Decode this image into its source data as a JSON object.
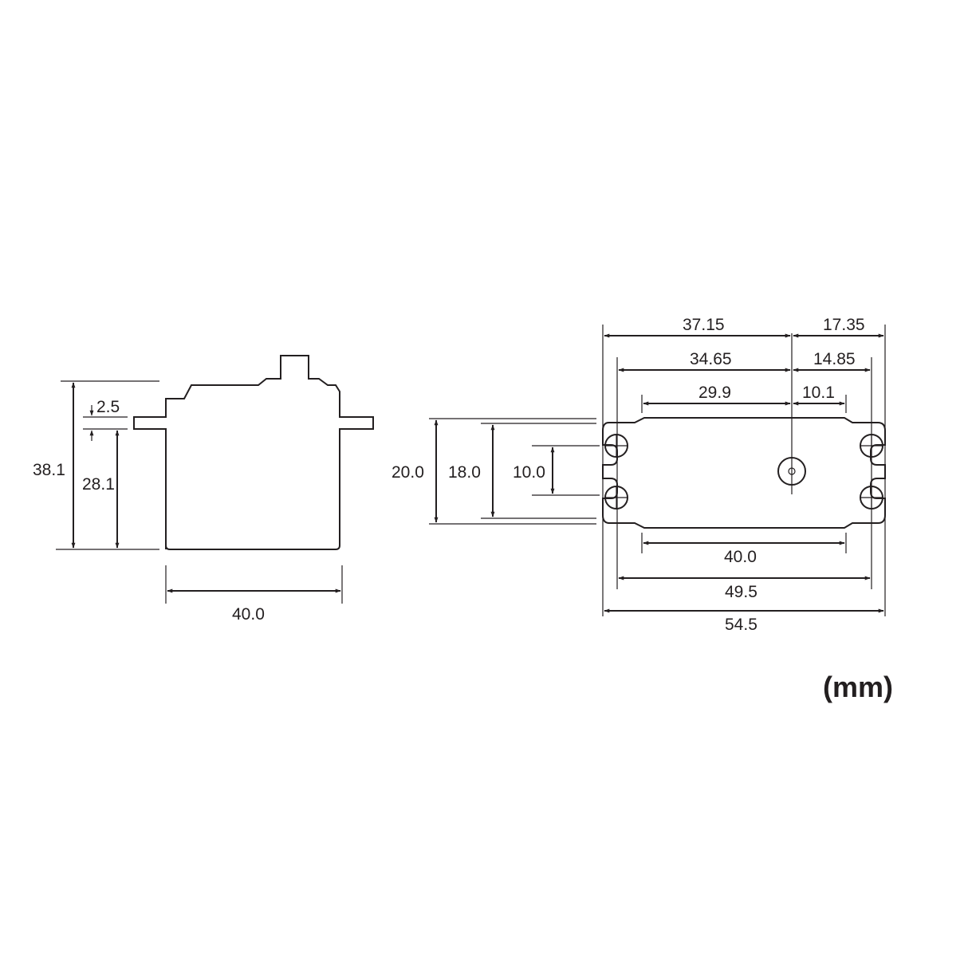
{
  "unit": "(mm)",
  "side_view": {
    "total_height": "38.1",
    "flange_thickness": "2.5",
    "flange_height": "28.1",
    "body_width": "40.0"
  },
  "top_view": {
    "outer_length": "54.5",
    "hole_spacing": "49.5",
    "body_length": "40.0",
    "to_shaft_outer": "37.15",
    "shaft_to_edge_outer": "17.35",
    "to_shaft_hole": "34.65",
    "shaft_to_hole": "14.85",
    "to_shaft_body": "29.9",
    "shaft_to_body": "10.1",
    "outer_width": "20.0",
    "body_width": "18.0",
    "hole_row_spacing": "10.0"
  }
}
